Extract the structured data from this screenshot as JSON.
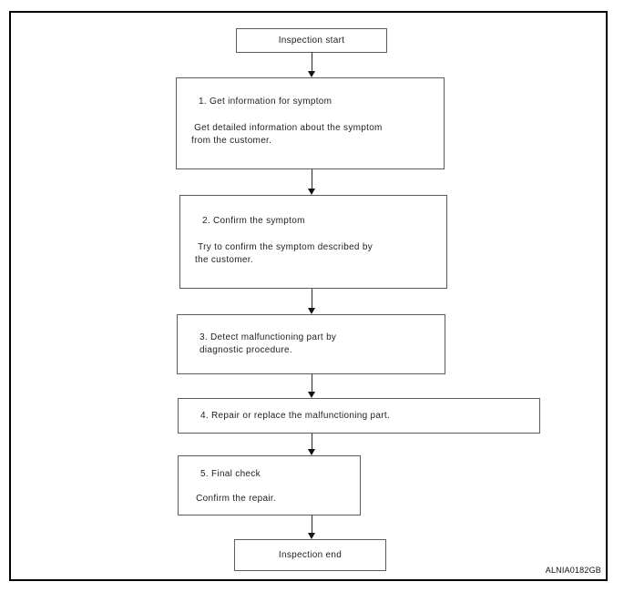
{
  "diagram": {
    "start": {
      "label": "Inspection start"
    },
    "steps": [
      {
        "title": "1. Get information for symptom",
        "body": " Get detailed information about the symptom\nfrom the customer."
      },
      {
        "title": "2. Confirm the symptom",
        "body": " Try to confirm the symptom described by\nthe customer."
      },
      {
        "title": "3. Detect malfunctioning part by\ndiagnostic procedure.",
        "body": ""
      },
      {
        "title": "4. Repair or replace the malfunctioning part.",
        "body": ""
      },
      {
        "title": "5. Final check",
        "body": " Confirm the repair."
      }
    ],
    "end": {
      "label": "Inspection end"
    },
    "figure_id": "ALNIA0182GB",
    "colors": {
      "frame": "#000000",
      "box_border": "#5c5c5c",
      "text": "#222222",
      "background": "#ffffff"
    }
  }
}
